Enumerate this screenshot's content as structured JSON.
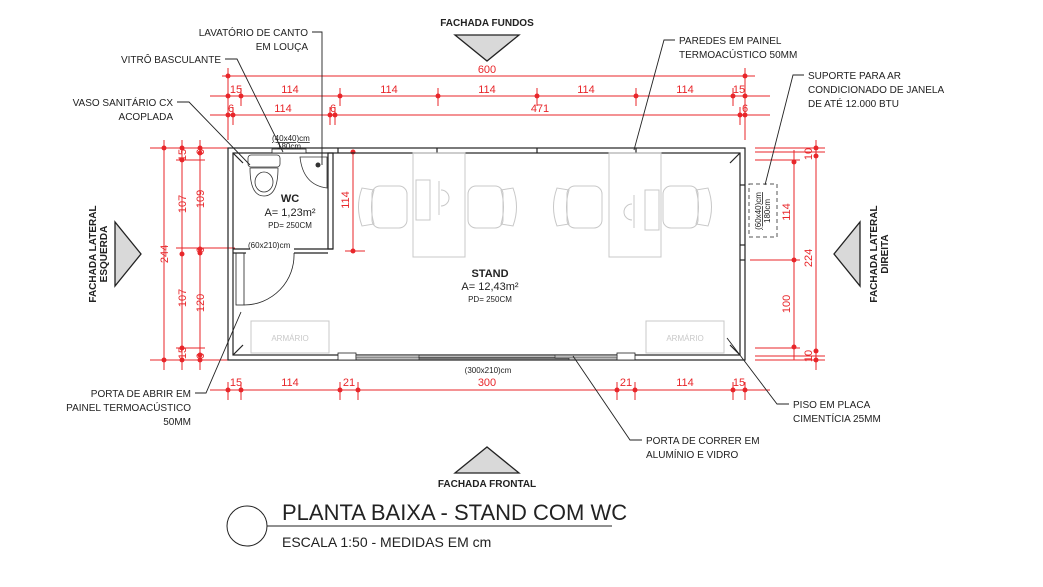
{
  "title": {
    "main": "PLANTA BAIXA - STAND COM WC",
    "scale": "ESCALA 1:50 - MEDIDAS EM cm"
  },
  "facades": {
    "back": "FACHADA FUNDOS",
    "front": "FACHADA FRONTAL",
    "left_line1": "FACHADA LATERAL",
    "left_line2": "ESQUERDA",
    "right_line1": "FACHADA LATERAL",
    "right_line2": "DIREITA"
  },
  "annotations": {
    "sink_line1": "LAVATÓRIO DE CANTO",
    "sink_line2": "EM LOUÇA",
    "window": "VITRÔ BASCULANTE",
    "toilet_line1": "VASO SANITÁRIO CX",
    "toilet_line2": "ACOPLADA",
    "walls_line1": "PAREDES EM PAINEL",
    "walls_line2": "TERMOACÚSTICO 50MM",
    "ac_line1": "SUPORTE PARA AR",
    "ac_line2": "CONDICIONADO DE JANELA",
    "ac_line3": "DE ATÉ 12.000 BTU",
    "door_line1": "PORTA DE ABRIR EM",
    "door_line2": "PAINEL TERMOACÚSTICO",
    "door_line3": "50MM",
    "floor_line1": "PISO EM PLACA",
    "floor_line2": "CIMENTÍCIA 25MM",
    "sliding_line1": "PORTA DE CORRER EM",
    "sliding_line2": "ALUMÍNIO E VIDRO"
  },
  "rooms": {
    "wc": {
      "name": "WC",
      "area": "A= 1,23m²",
      "height": "PD= 250CM"
    },
    "stand": {
      "name": "STAND",
      "area": "A= 12,43m²",
      "height": "PD= 250CM"
    }
  },
  "openings": {
    "wc_window_size": "(40x40)cm",
    "wc_window_sill": "180cm",
    "ac_size": "(60x40)cm",
    "ac_sill": "180cm",
    "wc_door": "(60x210)cm",
    "front_door": "(300x210)cm"
  },
  "furniture": {
    "cabinet_left": "ARMÁRIO",
    "cabinet_right": "ARMÁRIO"
  },
  "dimensions": {
    "top_total": "600",
    "top_row2": [
      "15",
      "114",
      "114",
      "114",
      "114",
      "114",
      "15"
    ],
    "top_row3": [
      "6",
      "114",
      "6",
      "471",
      "6"
    ],
    "left_total": "244",
    "left_outer": [
      "15",
      "107",
      "107",
      "15"
    ],
    "left_inner": [
      "6",
      "109",
      "6",
      "120",
      "6"
    ],
    "interior_114": "114",
    "right_total": "224",
    "right_outer": [
      "10",
      "10"
    ],
    "right_inner": [
      "114",
      "100"
    ],
    "bottom": [
      "15",
      "114",
      "21",
      "300",
      "21",
      "114",
      "15"
    ]
  },
  "colors": {
    "dimension": "#e8262a",
    "line": "#222222",
    "furniture": "#c8c8c8",
    "marker_fill": "#d9d9d9"
  }
}
